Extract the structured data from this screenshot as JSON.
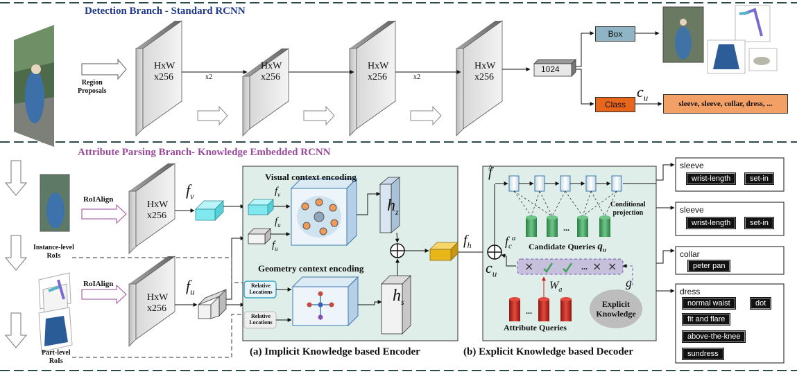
{
  "titles": {
    "detection": "Detection Branch - Standard RCNN",
    "attribute": "Attribute Parsing Branch- Knowledge Embedded RCNN"
  },
  "detection": {
    "region_proposals": "Region\nProposals",
    "block_top": "HxW",
    "block_bottom": "x256",
    "x2": "x2",
    "fc": "1024",
    "box": "Box",
    "class": "Class",
    "cu": "c",
    "cu_sub": "u",
    "class_output": "sleeve,  sleeve,  collar, dress, ..."
  },
  "attribute": {
    "instance_rois": "Instance-level\nRoIs",
    "part_rois": "Part-level\nRoIs",
    "roialign": "RoIAlign",
    "fv": "f",
    "fv_sub": "v",
    "fu": "f",
    "fu_sub": "u",
    "visual_title": "Visual context encoding",
    "geometry_title": "Geometry context encoding",
    "relative_locations": "Relative\nLocations",
    "hz": "h",
    "hz_sub": "z",
    "hs": "h",
    "hs_sub": "s",
    "fh": "f",
    "fh_sub": "h",
    "fhat": "f",
    "fca": "f",
    "fca_sub": "c",
    "fca_sup": "a",
    "candidate_queries": "Candidate Queries",
    "qu": "q",
    "qu_sub": "u",
    "conditional_projection": "Conditional\nprojection",
    "wa": "W",
    "wa_sub": "a",
    "g": "g",
    "attribute_queries": "Attribute Queries",
    "explicit_knowledge": "Explicit\nKnowledge",
    "ellipsis": "...",
    "encoder_caption": "(a) Implicit Knowledge based Encoder",
    "decoder_caption": "(b) Explicit Knowledge based Decoder"
  },
  "outputs": [
    {
      "title": "sleeve",
      "tags": [
        "wrist-length",
        "set-in"
      ]
    },
    {
      "title": "sleeve",
      "tags": [
        "wrist-length",
        "set-in"
      ]
    },
    {
      "title": "collar",
      "tags": [
        "peter pan"
      ]
    },
    {
      "title": "dress",
      "tags": [
        "normal waist",
        "dot",
        "fit and flare",
        "above-the-knee",
        "sundress"
      ]
    }
  ],
  "colors": {
    "title_blue": "#1f3a8a",
    "title_purple": "#9a4a9a",
    "box_fill": "#8fb4c6",
    "class_fill": "#e8651c",
    "class_out_fill": "#f2a066",
    "panel_fill": "#dfeee9",
    "cyan_block": "#7fe9ef",
    "gold_block": "#e8b81a",
    "green_cyl": "#3fa25a",
    "red_cyl": "#c9201a"
  }
}
